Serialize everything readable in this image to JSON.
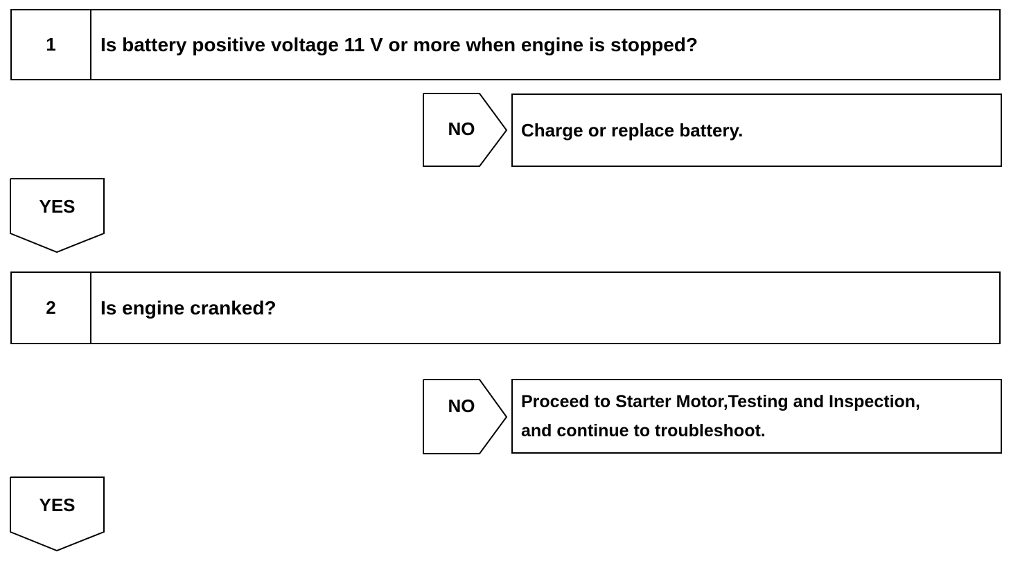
{
  "steps": [
    {
      "number": "1",
      "question": "Is battery positive voltage 11 V or more when engine is stopped?"
    },
    {
      "number": "2",
      "question": "Is engine cranked?"
    }
  ],
  "no_branches": [
    {
      "label": "NO",
      "action": "Charge or replace battery."
    },
    {
      "label": "NO",
      "action_line1": "Proceed to Starter Motor,Testing and Inspection,",
      "action_line2": "and continue to troubleshoot."
    }
  ],
  "yes_branches": [
    {
      "label": "YES"
    },
    {
      "label": "YES"
    }
  ]
}
